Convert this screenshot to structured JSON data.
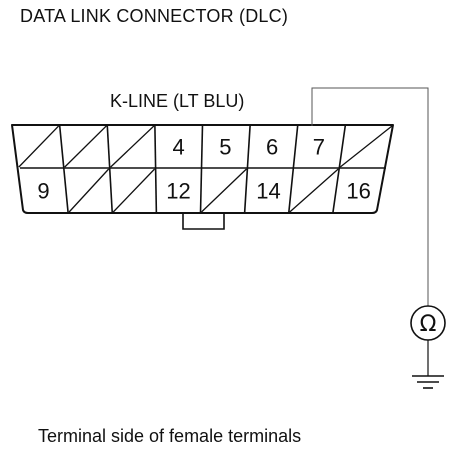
{
  "title": "DATA LINK CONNECTOR (DLC)",
  "wire_label": "K-LINE (LT BLU)",
  "caption": "Terminal side of female terminals",
  "meter": {
    "symbol": "Ω",
    "icon": "ohmmeter-icon",
    "ground_icon": "ground-icon"
  },
  "connector": {
    "top_row": [
      {
        "label": "",
        "blank": true
      },
      {
        "label": "",
        "blank": true
      },
      {
        "label": "",
        "blank": true
      },
      {
        "label": "4",
        "blank": false
      },
      {
        "label": "5",
        "blank": false
      },
      {
        "label": "6",
        "blank": false
      },
      {
        "label": "7",
        "blank": false
      },
      {
        "label": "",
        "blank": true
      }
    ],
    "bottom_row": [
      {
        "label": "9",
        "blank": false
      },
      {
        "label": "",
        "blank": true
      },
      {
        "label": "",
        "blank": true
      },
      {
        "label": "12",
        "blank": false
      },
      {
        "label": "",
        "blank": true
      },
      {
        "label": "14",
        "blank": false
      },
      {
        "label": "",
        "blank": true
      },
      {
        "label": "16",
        "blank": false
      }
    ]
  },
  "colors": {
    "line": "#111111",
    "probe_wire": "#555555",
    "background": "#ffffff"
  }
}
